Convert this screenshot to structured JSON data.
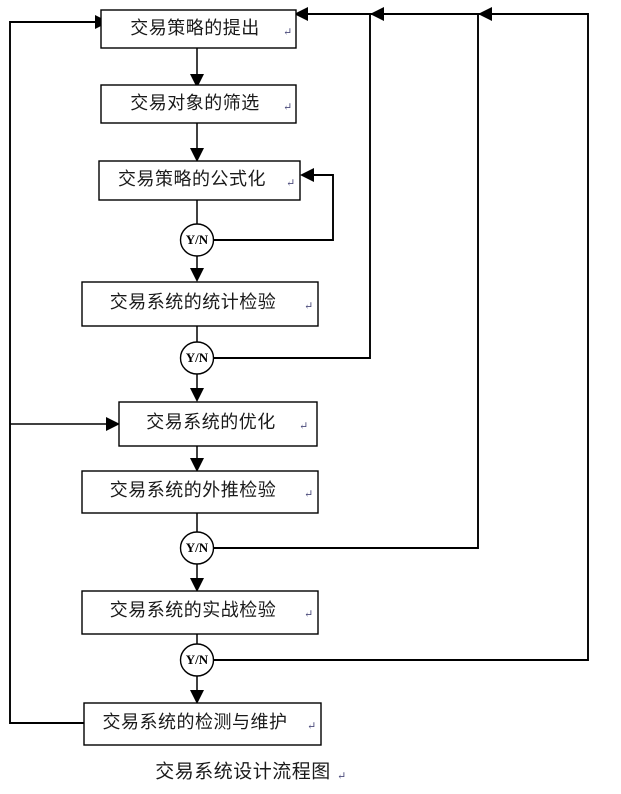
{
  "diagram": {
    "title": "交易系统设计流程图",
    "title_mark": "↵",
    "type": "flowchart",
    "orientation": "top-to-bottom",
    "line_color": "#000000",
    "box_fill": "#ffffff",
    "text_color": "#1a1a1a",
    "mark_color": "#4a4a7a",
    "nodes": [
      {
        "id": "n1",
        "label": "交易策略的提出",
        "mark": "↵",
        "shape": "rectangle"
      },
      {
        "id": "n2",
        "label": "交易对象的筛选",
        "mark": "↵",
        "shape": "rectangle"
      },
      {
        "id": "n3",
        "label": "交易策略的公式化",
        "mark": "↵",
        "shape": "rectangle"
      },
      {
        "id": "d1",
        "label": "Y/N",
        "shape": "circle"
      },
      {
        "id": "n4",
        "label": "交易系统的统计检验",
        "mark": "↵",
        "shape": "rectangle"
      },
      {
        "id": "d2",
        "label": "Y/N",
        "shape": "circle"
      },
      {
        "id": "n5",
        "label": "交易系统的优化",
        "mark": "↵",
        "shape": "rectangle"
      },
      {
        "id": "n6",
        "label": "交易系统的外推检验",
        "mark": "↵",
        "shape": "rectangle"
      },
      {
        "id": "d3",
        "label": "Y/N",
        "shape": "circle"
      },
      {
        "id": "n7",
        "label": "交易系统的实战检验",
        "mark": "↵",
        "shape": "rectangle"
      },
      {
        "id": "d4",
        "label": "Y/N",
        "shape": "circle"
      },
      {
        "id": "n8",
        "label": "交易系统的检测与维护",
        "mark": "↵",
        "shape": "rectangle"
      }
    ],
    "edges": [
      {
        "from": "n1",
        "to": "n2",
        "kind": "forward"
      },
      {
        "from": "n2",
        "to": "n3",
        "kind": "forward"
      },
      {
        "from": "n3",
        "to": "d1",
        "kind": "forward"
      },
      {
        "from": "d1",
        "to": "n4",
        "kind": "forward"
      },
      {
        "from": "d1",
        "to": "n3",
        "kind": "feedback-right-short"
      },
      {
        "from": "n4",
        "to": "d2",
        "kind": "forward"
      },
      {
        "from": "d2",
        "to": "n5",
        "kind": "forward"
      },
      {
        "from": "d2",
        "to": "n1",
        "kind": "feedback-right-top"
      },
      {
        "from": "n5",
        "to": "n6",
        "kind": "forward"
      },
      {
        "from": "n6",
        "to": "d3",
        "kind": "forward"
      },
      {
        "from": "d3",
        "to": "n7",
        "kind": "forward"
      },
      {
        "from": "d3",
        "to": "n1",
        "kind": "feedback-right-top"
      },
      {
        "from": "n7",
        "to": "d4",
        "kind": "forward"
      },
      {
        "from": "d4",
        "to": "n8",
        "kind": "forward"
      },
      {
        "from": "d4",
        "to": "n1",
        "kind": "feedback-right-top"
      },
      {
        "from": "n8",
        "to": "n1",
        "kind": "feedback-left-top"
      },
      {
        "from": "n8",
        "to": "n5",
        "kind": "feedback-left-mid"
      }
    ]
  }
}
